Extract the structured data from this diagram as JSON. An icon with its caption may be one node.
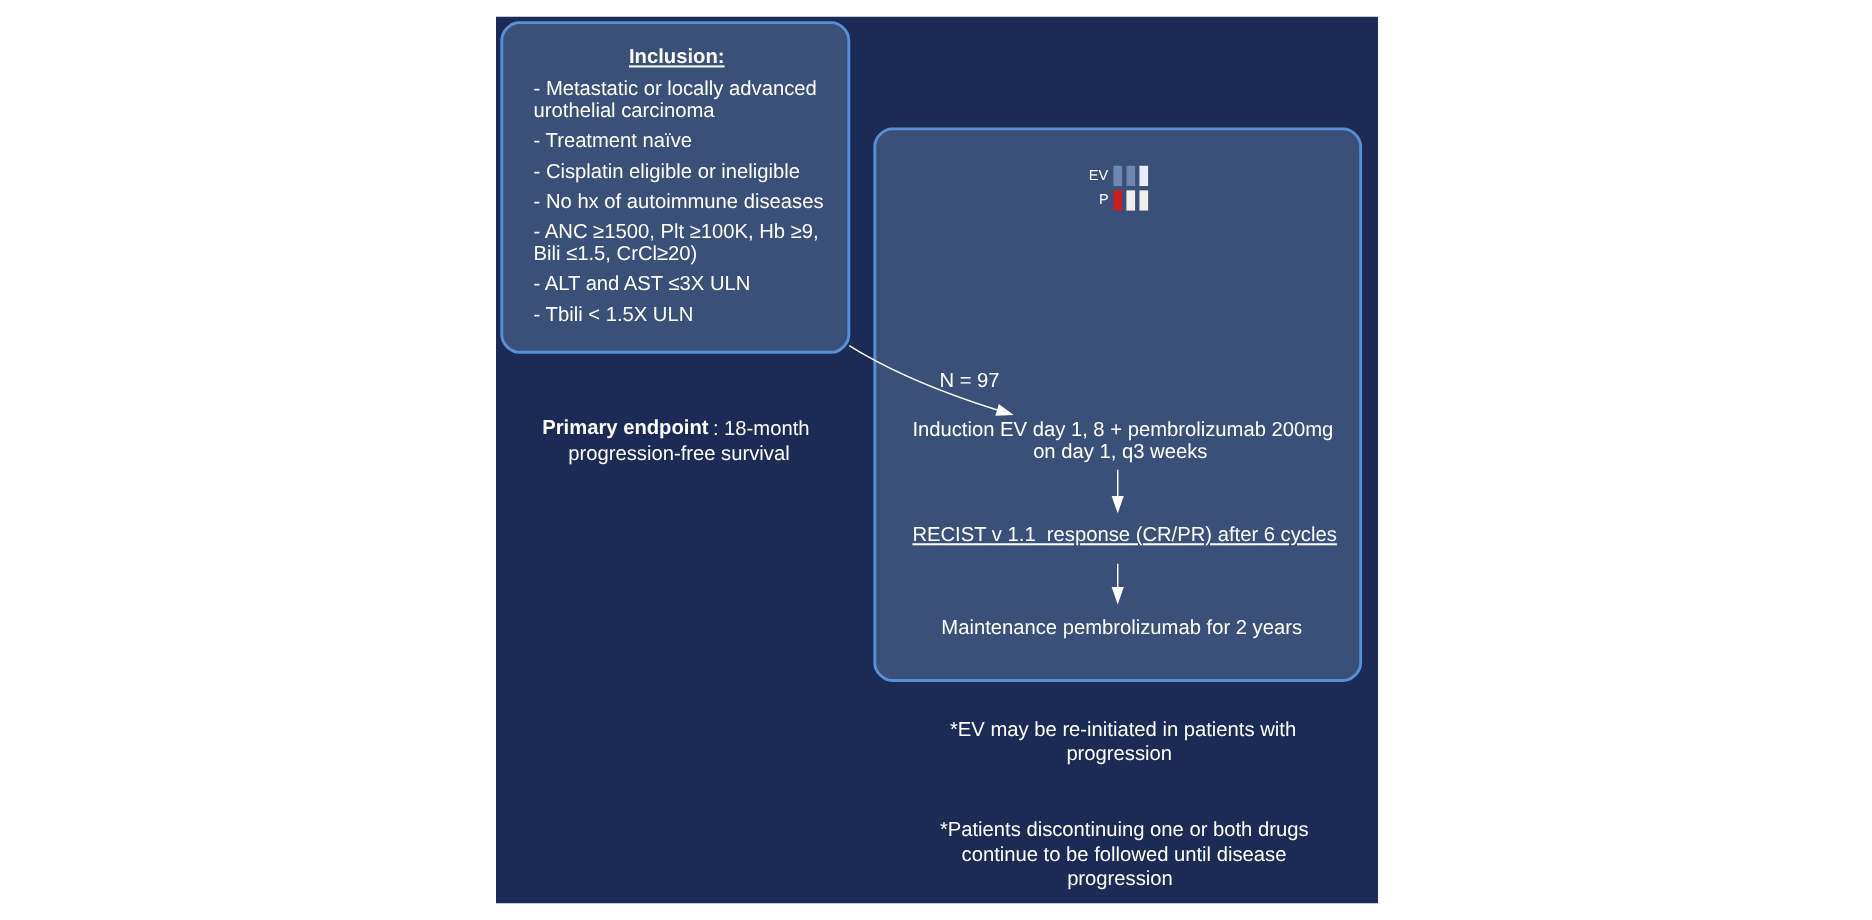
{
  "diagram": {
    "nodes": [
      {
        "text": [
          "Inclusion:",
          "- Metastatic or locally advanced urothelial carcinoma",
          "- Treatment naïve",
          "- Cisplatin eligible or ineligible",
          "- No hx of autoimmune diseases",
          "- ANC ≥1500, Plt ≥100K, Hb ≥9, Bili ≤1.5, CrCl≥20)",
          "- ALT and AST ≤3X ULN",
          "- Tbili < 1.5X ULN"
        ]
      },
      {
        "text": [],
        "shape": "box"
      },
      {
        "text": [
          "Induction EV day 1, 8 + pembrolizumab 200mg on day 1, q3 weeks"
        ],
        "in": 1
      },
      {
        "text": [
          "RECIST v 1.1  response (CR/PR) after 6 cycles"
        ],
        "in": 1
      },
      {
        "text": [
          "Maintenance pembrolizumab for 2 years"
        ],
        "in": 1
      }
    ],
    "edges": [
      {
        "from": 0,
        "to": 2,
        "arrow": "to",
        "label": "N = 97"
      },
      {
        "from": 2,
        "to": 3,
        "arrow": "to"
      },
      {
        "from": 3,
        "to": 4,
        "arrow": "to"
      }
    ],
    "labels": [
      "EV",
      "P",
      "**Primary endpoint**: 18-month progression-free survival",
      "*EV may be re-initiated in patients with progression",
      "*Patients discontinuing one or both drugs continue to be followed until disease progression"
    ]
  }
}
